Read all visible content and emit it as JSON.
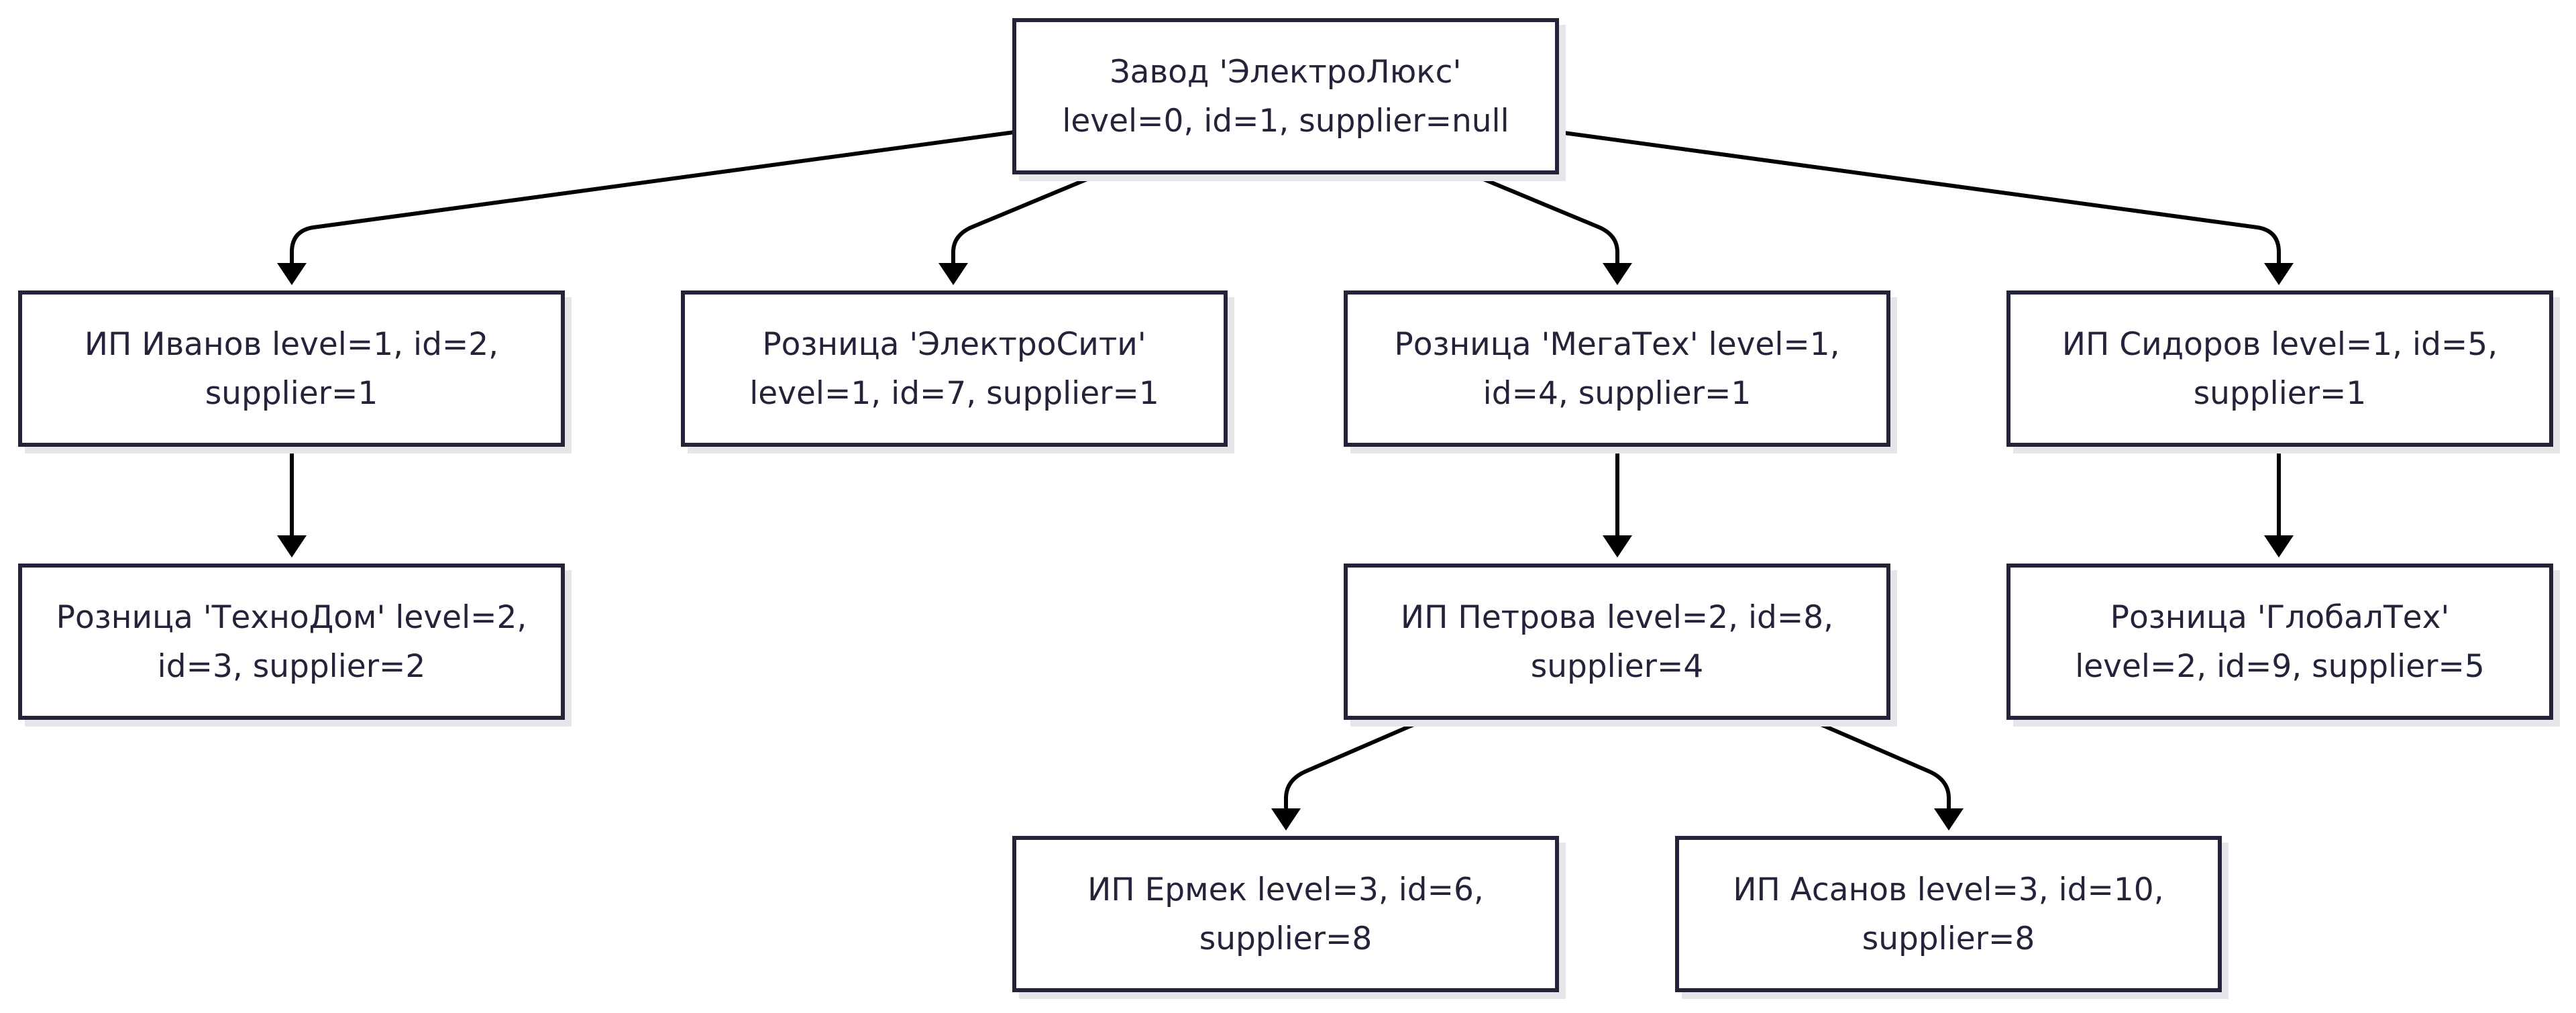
{
  "diagram": {
    "nodes": [
      {
        "id": "1",
        "lines": [
          "Завод 'ЭлектроЛюкс'",
          "level=0, id=1, supplier=null"
        ]
      },
      {
        "id": "2",
        "lines": [
          "ИП Иванов level=1, id=2,",
          "supplier=1"
        ]
      },
      {
        "id": "7",
        "lines": [
          "Розница 'ЭлектроСити'",
          "level=1, id=7, supplier=1"
        ]
      },
      {
        "id": "4",
        "lines": [
          "Розница 'МегаТех' level=1,",
          "id=4, supplier=1"
        ]
      },
      {
        "id": "5",
        "lines": [
          "ИП Сидоров level=1, id=5,",
          "supplier=1"
        ]
      },
      {
        "id": "3",
        "lines": [
          "Розница 'ТехноДом' level=2,",
          "id=3, supplier=2"
        ]
      },
      {
        "id": "8",
        "lines": [
          "ИП Петрова level=2, id=8,",
          "supplier=4"
        ]
      },
      {
        "id": "9",
        "lines": [
          "Розница 'ГлобалТех'",
          "level=2, id=9, supplier=5"
        ]
      },
      {
        "id": "6",
        "lines": [
          "ИП Ермек level=3, id=6,",
          "supplier=8"
        ]
      },
      {
        "id": "10",
        "lines": [
          "ИП Асанов level=3, id=10,",
          "supplier=8"
        ]
      }
    ],
    "edges": [
      {
        "from": "1",
        "to": "2"
      },
      {
        "from": "1",
        "to": "7"
      },
      {
        "from": "1",
        "to": "4"
      },
      {
        "from": "1",
        "to": "5"
      },
      {
        "from": "2",
        "to": "3"
      },
      {
        "from": "4",
        "to": "8"
      },
      {
        "from": "5",
        "to": "9"
      },
      {
        "from": "8",
        "to": "6"
      },
      {
        "from": "8",
        "to": "10"
      }
    ]
  }
}
